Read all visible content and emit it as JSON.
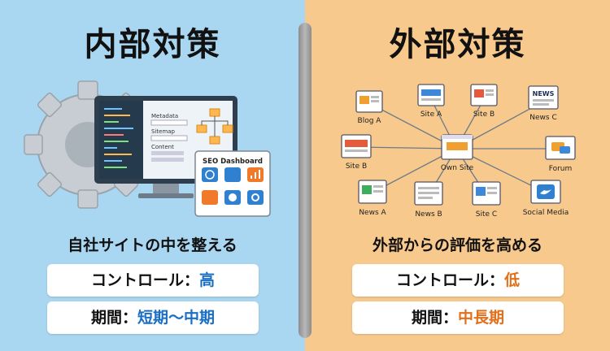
{
  "left": {
    "title": "内部対策",
    "illustration": {
      "metadata": "Metadata",
      "sitemap": "Sitemap",
      "content": "Content",
      "dashboard": "SEO Dashboard"
    },
    "subtitle": "自社サイトの中を整える",
    "control_label": "コントロール：",
    "control_value": "高",
    "period_label": "期間：",
    "period_value": "短期〜中期"
  },
  "right": {
    "title": "外部対策",
    "center_site": "Own Site",
    "sites": [
      "Blog A",
      "Site A",
      "Site B",
      "News C",
      "Site B",
      "Forum",
      "News A",
      "News B",
      "Site C",
      "Social Media"
    ],
    "news_badge": "NEWS",
    "subtitle": "外部からの評価を高める",
    "control_label": "コントロール：",
    "control_value": "低",
    "period_label": "期間：",
    "period_value": "中長期"
  },
  "colors": {
    "left_bg": "#a9d6f0",
    "right_bg": "#f8c98c",
    "left_accent": "#1a6fc4",
    "right_accent": "#e26f1a"
  }
}
